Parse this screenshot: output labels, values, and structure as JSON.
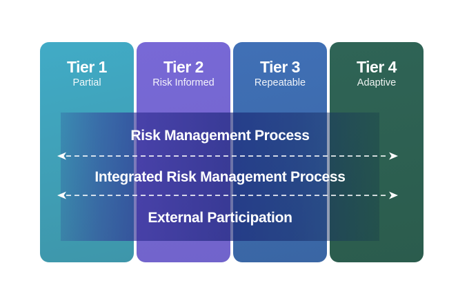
{
  "diagram_title": "framework-implementation-tiers",
  "tiers": [
    {
      "label": "Tier 1",
      "sublabel": "Partial",
      "color_top": "#41ABC6",
      "color_bottom": "#3E96AA"
    },
    {
      "label": "Tier 2",
      "sublabel": "Risk Informed",
      "color_top": "#7869D6",
      "color_bottom": "#7164CB"
    },
    {
      "label": "Tier 3",
      "sublabel": "Repeatable",
      "color_top": "#4070B6",
      "color_bottom": "#3A66A4"
    },
    {
      "label": "Tier 4",
      "sublabel": "Adaptive",
      "color_top": "#2F6456",
      "color_bottom": "#2B5C4D"
    }
  ],
  "band": {
    "rows": [
      "Risk Management Process",
      "Integrated Risk Management Process",
      "External Participation"
    ],
    "arrow_color": "#FFFFFF"
  }
}
